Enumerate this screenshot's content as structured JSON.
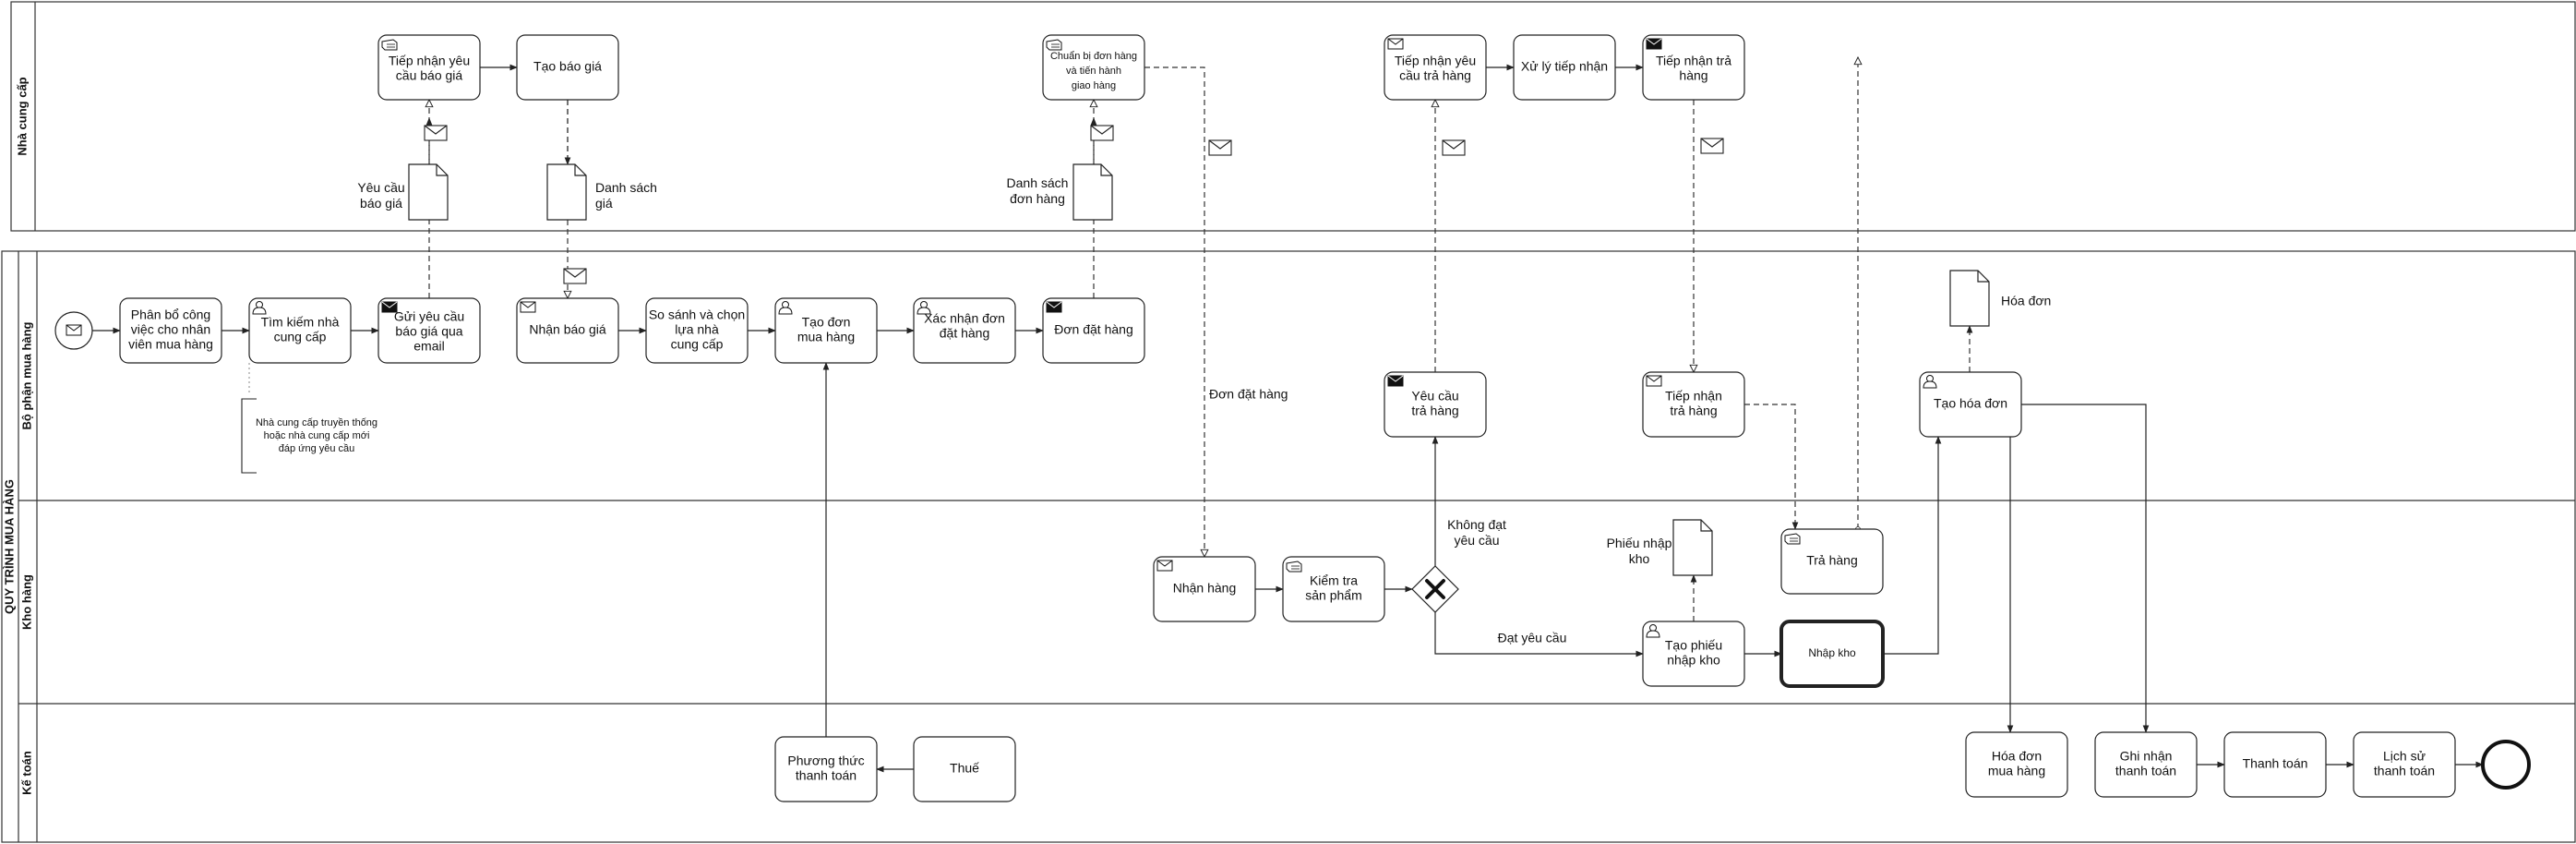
{
  "pools": {
    "supplier_label": "Nhà cung cấp",
    "process_label": "QUY TRÌNH MUA HÀNG"
  },
  "lanes": {
    "purchasing": "Bộ phận mua hàng",
    "warehouse": "Kho hàng",
    "accounting": "Kế toán"
  },
  "tasks": {
    "s_receive_request": [
      "Tiếp nhận yêu",
      "cầu báo giá"
    ],
    "s_create_quote": [
      "Tạo báo giá"
    ],
    "s_prepare_order": [
      "Chuẩn bị đơn hàng",
      "và tiến hành",
      "giao hàng"
    ],
    "s_receive_return_req": [
      "Tiếp nhận yêu",
      "cầu trả hàng"
    ],
    "s_process_receipt": [
      "Xử lý tiếp nhận"
    ],
    "s_receive_return": [
      "Tiếp nhận trả",
      "hàng"
    ],
    "p_assign": [
      "Phân bổ công",
      "việc cho nhân",
      "viên mua hàng"
    ],
    "p_find_supplier": [
      "Tìm kiếm nhà",
      "cung cấp"
    ],
    "p_send_request": [
      "Gửi yêu cầu",
      "báo giá qua",
      "email"
    ],
    "p_receive_quote": [
      "Nhận báo giá"
    ],
    "p_compare": [
      "So sánh và chọn",
      "lựa nhà",
      "cung cấp"
    ],
    "p_create_po": [
      "Tạo đơn",
      "mua hàng"
    ],
    "p_confirm_po": [
      "Xác nhận đơn",
      "đặt hàng"
    ],
    "p_order": [
      "Đơn đặt hàng"
    ],
    "p_return_request": [
      "Yêu cầu",
      "trả hàng"
    ],
    "p_receive_return": [
      "Tiếp nhận",
      "trả hàng"
    ],
    "p_create_invoice": [
      "Tạo hóa đơn"
    ],
    "w_receive_goods": [
      "Nhận hàng"
    ],
    "w_check": [
      "Kiểm tra",
      "sản phẩm"
    ],
    "w_return": [
      "Trả hàng"
    ],
    "w_create_slip": [
      "Tạo phiếu",
      "nhập kho"
    ],
    "w_stock_in": [
      "Nhập kho"
    ],
    "a_payment_method": [
      "Phương thức",
      "thanh toán"
    ],
    "a_tax": [
      "Thuế"
    ],
    "a_purchase_invoice": [
      "Hóa đơn",
      "mua hàng"
    ],
    "a_record_payment": [
      "Ghi nhận",
      "thanh toán"
    ],
    "a_pay": [
      "Thanh toán"
    ],
    "a_history": [
      "Lịch sử",
      "thanh toán"
    ]
  },
  "documents": {
    "quote_request": [
      "Yêu cầu",
      "báo giá"
    ],
    "quote_list": [
      "Danh sách",
      "giá"
    ],
    "order_list": [
      "Danh sách",
      "đơn hàng"
    ],
    "invoice": [
      "Hóa đơn"
    ],
    "receipt_slip": [
      "Phiếu nhập",
      "kho"
    ]
  },
  "labels": {
    "order_flow": "Đơn đặt hàng",
    "not_ok": [
      "Không  đạt",
      "yêu cầu"
    ],
    "ok": "Đạt yêu cầu"
  },
  "annotation": [
    "Nhà cung cấp truyền thống",
    "hoặc nhà cung cấp mới",
    "đáp ứng yêu cầu"
  ]
}
